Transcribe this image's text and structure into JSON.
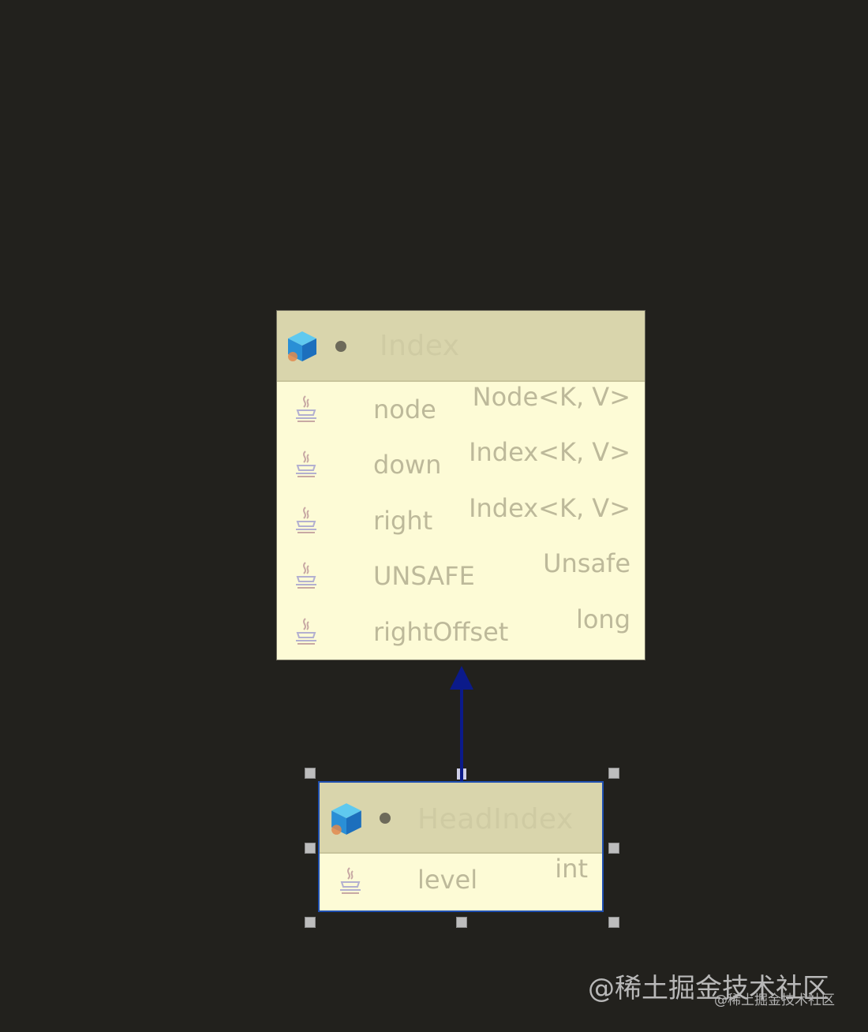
{
  "diagram": {
    "classes": [
      {
        "name": "Index",
        "icon": "class-icon",
        "fields": [
          {
            "name": "node",
            "type": "Node<K, V>",
            "icon": "java-field-icon"
          },
          {
            "name": "down",
            "type": "Index<K, V>",
            "icon": "java-field-icon"
          },
          {
            "name": "right",
            "type": "Index<K, V>",
            "icon": "java-field-icon"
          },
          {
            "name": "UNSAFE",
            "type": "Unsafe",
            "icon": "java-field-icon"
          },
          {
            "name": "rightOffset",
            "type": "long",
            "icon": "java-field-icon"
          }
        ]
      },
      {
        "name": "HeadIndex",
        "icon": "class-icon",
        "selected": true,
        "fields": [
          {
            "name": "level",
            "type": "int",
            "icon": "java-field-icon"
          }
        ]
      }
    ],
    "relations": [
      {
        "from": "HeadIndex",
        "to": "Index",
        "kind": "inheritance"
      }
    ],
    "colors": {
      "background": "#22211d",
      "class_body": "#fdfbd6",
      "class_header": "#d9d5ac",
      "arrow": "#0b1a8a",
      "selection": "#1f4fb0"
    }
  },
  "watermark": {
    "large": "@稀土掘金技术社区",
    "small": "@稀土掘金技术社区"
  }
}
